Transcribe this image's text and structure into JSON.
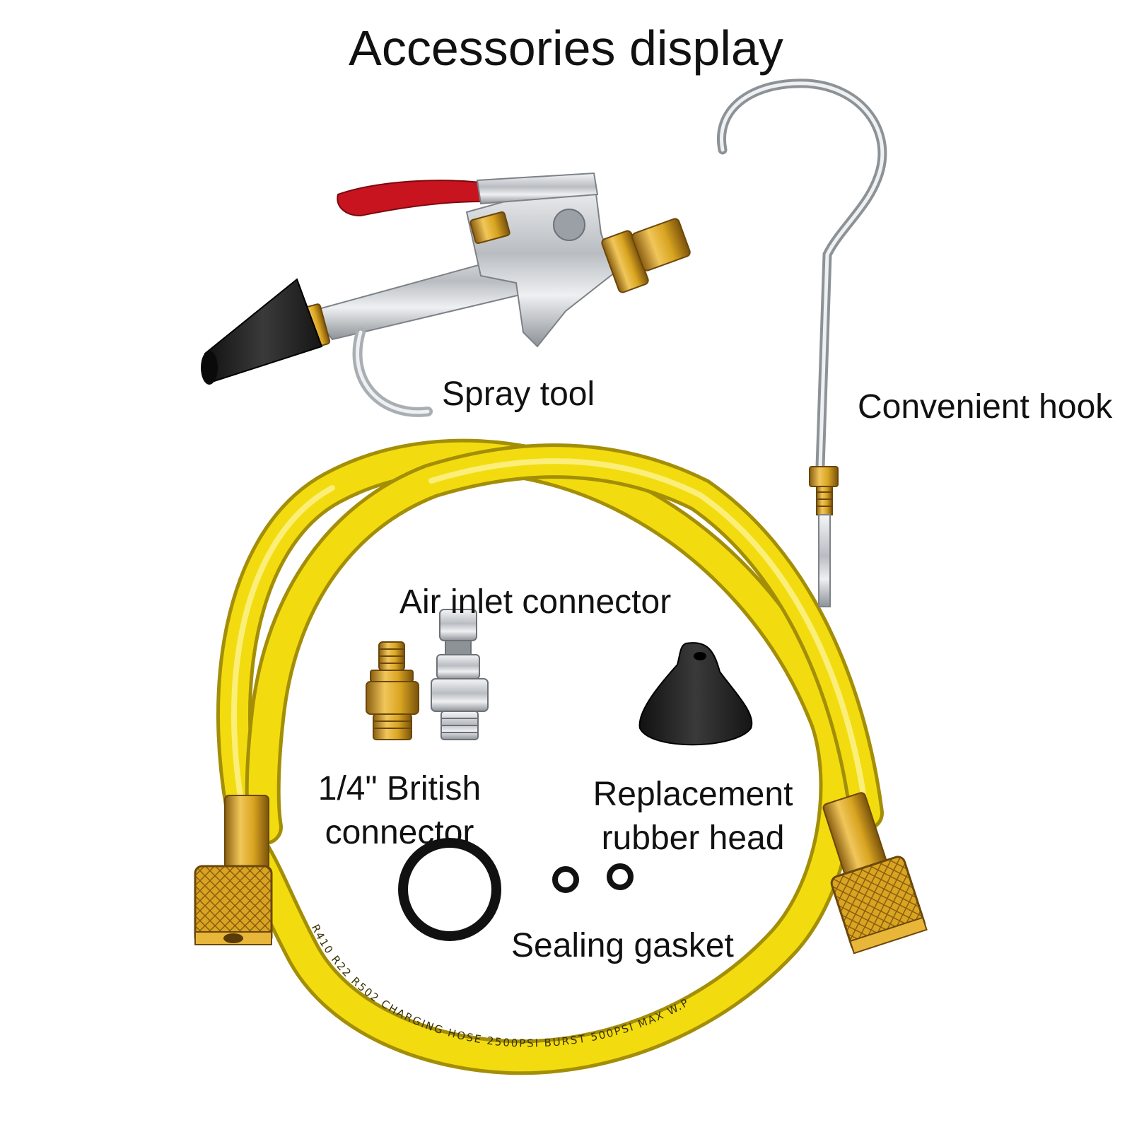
{
  "title": "Accessories display",
  "labels": {
    "spray_tool": "Spray tool",
    "hook": "Convenient hook",
    "air_inlet": "Air inlet connector",
    "british_line1": "1/4\" British",
    "british_line2": "connector",
    "rubber_line1": "Replacement",
    "rubber_line2": "rubber head",
    "gasket": "Sealing gasket"
  },
  "hose_print": "R410 R22 R502 CHARGING HOSE 2500PSI BURST 500PSI MAX W.P",
  "colors": {
    "hose_yellow": "#f2dc10",
    "brass": "#d9a521",
    "rubber_black": "#1e1e1e",
    "chrome": "#c9ccd0",
    "trigger_red": "#c8141e"
  }
}
